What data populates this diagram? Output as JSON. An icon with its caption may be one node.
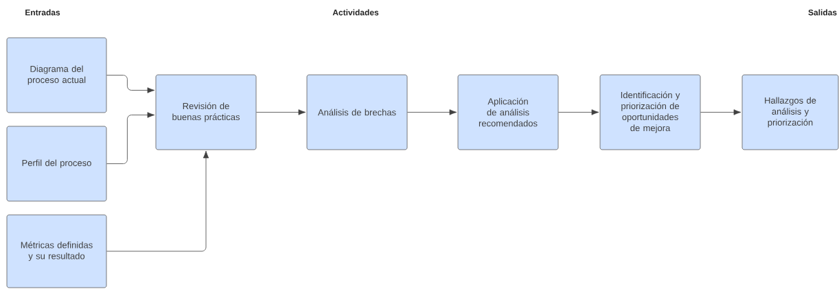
{
  "diagram": {
    "nodes": [
      {
        "text": [
          "Diagrama del proceso actual"
        ]
      },
      {
        "text": [
          "Perfil del proceso"
        ]
      },
      {
        "text": [
          "Métricas definidas y su resultado"
        ]
      },
      {
        "text": [
          "Revisión de buenas prácticas"
        ]
      },
      {
        "text": [
          "Análisis de brechas"
        ]
      },
      {
        "text": [
          "Aplicación de análisis recomendados"
        ]
      },
      {
        "text": [
          "Identificación y priorización de oportunidades de mejora"
        ]
      },
      {
        "text": [
          "Hallazgos de análisis y priorización"
        ]
      }
    ],
    "edges": [
      {
        "from": 0,
        "to": 3,
        "arrow": "to"
      },
      {
        "from": 1,
        "to": 3,
        "arrow": "to"
      },
      {
        "from": 2,
        "to": 3,
        "arrow": "to"
      },
      {
        "from": 3,
        "to": 4,
        "arrow": "to"
      },
      {
        "from": 4,
        "to": 5,
        "arrow": "to"
      },
      {
        "from": 5,
        "to": 6,
        "arrow": "to"
      },
      {
        "from": 6,
        "to": 7,
        "arrow": "to"
      }
    ],
    "labels": [
      "Entradas",
      "Actividades",
      "Salidas"
    ]
  }
}
